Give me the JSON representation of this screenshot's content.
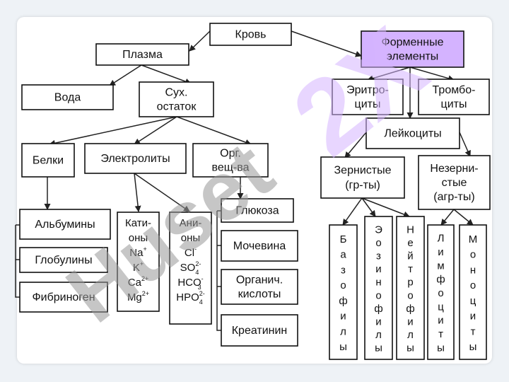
{
  "nodes": {
    "krov": "Кровь",
    "plazma": "Плазма",
    "formennye": [
      "Форменные",
      "элементы"
    ],
    "voda": "Вода",
    "sukh": [
      "Сух.",
      "остаток"
    ],
    "eritro": [
      "Эритро-",
      "циты"
    ],
    "trombo": [
      "Тромбо-",
      "циты"
    ],
    "leyko": "Лейкоциты",
    "belki": "Белки",
    "elektrolity": "Электролиты",
    "org": [
      "Орг.",
      "вещ-ва"
    ],
    "zernistye": [
      "Зернистые",
      "(гр-ты)"
    ],
    "nezernistye": [
      "Незерни-",
      "стые",
      "(агр-ты)"
    ],
    "albuminy": "Альбумины",
    "globuliny": "Глобулины",
    "fibrinogen": "Фибриноген",
    "glyukoza": "Глюкоза",
    "mochevina": "Мочевина",
    "organich": [
      "Органич.",
      "кислоты"
    ],
    "kreatinin": "Креатинин",
    "kationy": {
      "title": [
        "Кати-",
        "оны"
      ],
      "ions": [
        {
          "base": "Na",
          "sup": "+",
          "sub": ""
        },
        {
          "base": "K",
          "sup": "+",
          "sub": ""
        },
        {
          "base": "Ca",
          "sup": "2+",
          "sub": ""
        },
        {
          "base": "Mg",
          "sup": "2+",
          "sub": ""
        }
      ]
    },
    "aniony": {
      "title": [
        "Ани-",
        "оны"
      ],
      "ions": [
        {
          "base": "Cl",
          "sup": "-",
          "sub": ""
        },
        {
          "base": "SO",
          "sup": "2-",
          "sub": "4"
        },
        {
          "base": "HCO",
          "sup": "-",
          "sub": "3"
        },
        {
          "base": "HPO",
          "sup": "2-",
          "sub": "4"
        }
      ]
    },
    "bazofily": "Базофилы",
    "eozinofily": "Эозинофилы",
    "neytrofily": "Нейтрофилы",
    "limfocity": "Лимфоциты",
    "monocity": "Моноциты"
  },
  "watermark": {
    "text_purple": "2X",
    "text_gray": "Huset"
  },
  "colors": {
    "highlight": "#d4b3ff",
    "watermark_purple": "#d6b6ff",
    "watermark_gray": "#999999",
    "line": "#222222"
  }
}
